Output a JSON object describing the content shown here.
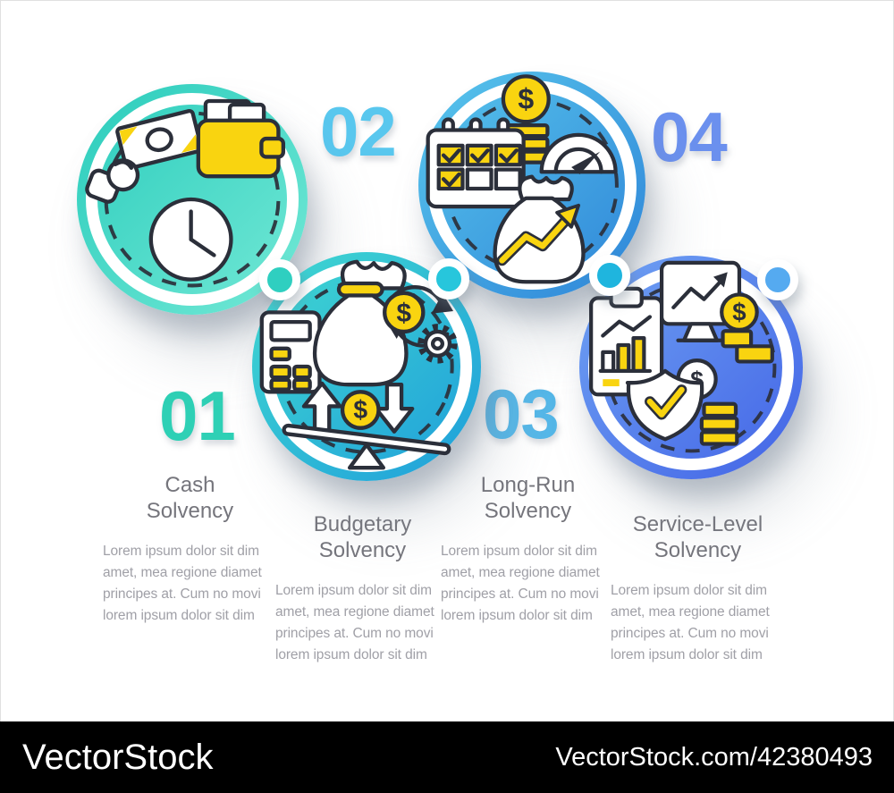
{
  "steps": [
    {
      "number": "01",
      "title": "Cash Solvency",
      "description": "Lorem ipsum dolor sit dim amet, mea regione diamet principes at. Cum no movi lorem ipsum dolor sit dim",
      "number_color": "#2ed0b5",
      "circle_gradient": {
        "from": "#2accbc",
        "to": "#74e9d6"
      },
      "icons": [
        "hand-with-banknote",
        "wallet-with-cards",
        "clock"
      ]
    },
    {
      "number": "02",
      "title": "Budgetary Solvency",
      "description": "Lorem ipsum dolor sit dim amet, mea regione diamet principes at. Cum no movi lorem ipsum dolor sit dim",
      "number_color": "#59c7ee",
      "circle_gradient": {
        "from": "#41d9d0",
        "to": "#1f9edb"
      },
      "icons": [
        "calculator",
        "money-bag",
        "dollar-cycle-gear",
        "balance-seesaw"
      ]
    },
    {
      "number": "03",
      "title": "Long-Run Solvency",
      "description": "Lorem ipsum dolor sit dim amet, mea regione diamet principes at. Cum no movi lorem ipsum dolor sit dim",
      "number_color": "#55b7e8",
      "circle_gradient": {
        "from": "#58c6ec",
        "to": "#2e84d8"
      },
      "icons": [
        "calendar-checked",
        "dollar-coin-stack",
        "gauge",
        "money-bag-growth-arrow"
      ]
    },
    {
      "number": "04",
      "title": "Service-Level Solvency",
      "description": "Lorem ipsum dolor sit dim amet, mea regione diamet principes at. Cum no movi lorem ipsum dolor sit dim",
      "number_color": "#6b90ee",
      "circle_gradient": {
        "from": "#70a3f3",
        "to": "#4263e6"
      },
      "icons": [
        "clipboard-bar-chart",
        "monitor-growth-arrow",
        "shield-check",
        "coin-stacks"
      ]
    }
  ],
  "connector_dot_colors": [
    "#2fcfc0",
    "#27c6dc",
    "#1fb5de",
    "#55aaf0"
  ],
  "icon_accent_color": "#f9d410",
  "outline_color": "#2b2f3a",
  "watermark": {
    "brand": "VectorStock",
    "link": "VectorStock.com/42380493"
  }
}
